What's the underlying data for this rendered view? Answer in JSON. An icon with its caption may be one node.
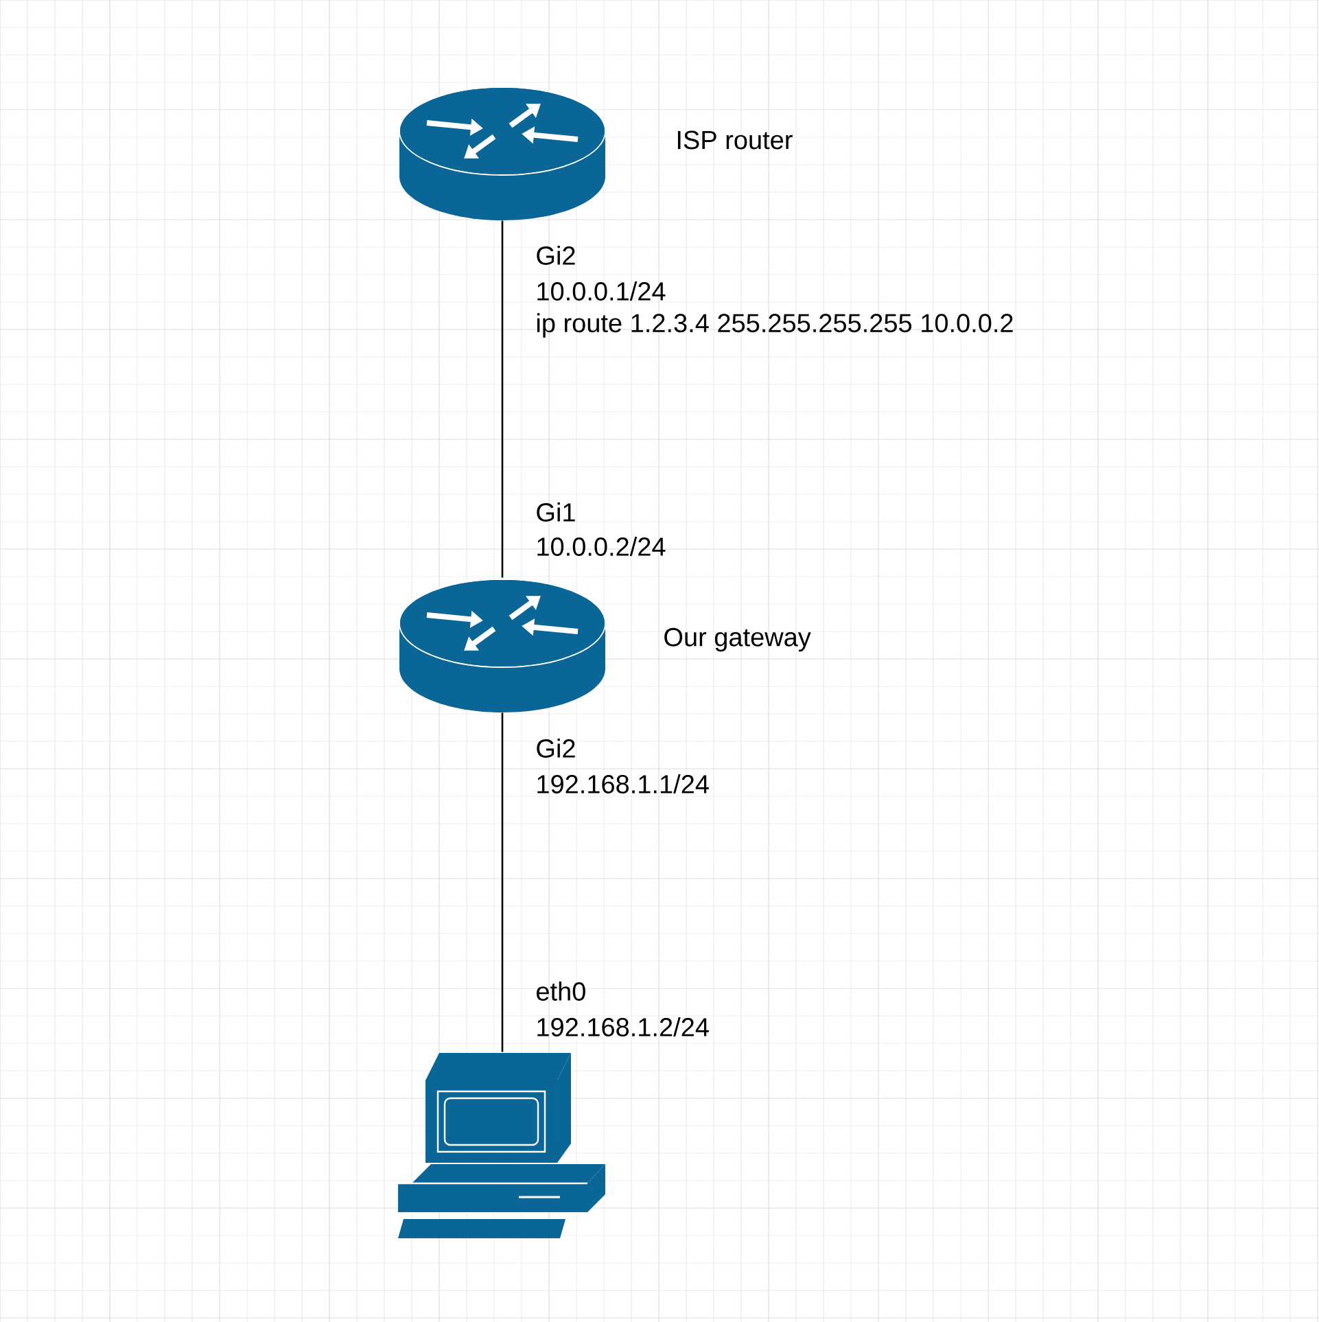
{
  "diagram": {
    "nodes": [
      {
        "text": [],
        "shape": "picture",
        "beside": [
          "ISP router"
        ]
      },
      {
        "text": [],
        "shape": "picture",
        "beside": [
          "Our gateway"
        ]
      },
      {
        "text": [],
        "shape": "picture"
      }
    ],
    "edges": [
      {
        "from": 0,
        "to": 1,
        "arrow": "none"
      },
      {
        "from": 1,
        "to": 2,
        "arrow": "none"
      }
    ],
    "labels": [
      "Gi2",
      "10.0.0.1/24",
      "ip route 1.2.3.4 255.255.255.255 10.0.0.2",
      "Gi1",
      "10.0.0.2/24",
      "Gi2",
      "192.168.1.1/24",
      "eth0",
      "192.168.1.2/24"
    ]
  }
}
